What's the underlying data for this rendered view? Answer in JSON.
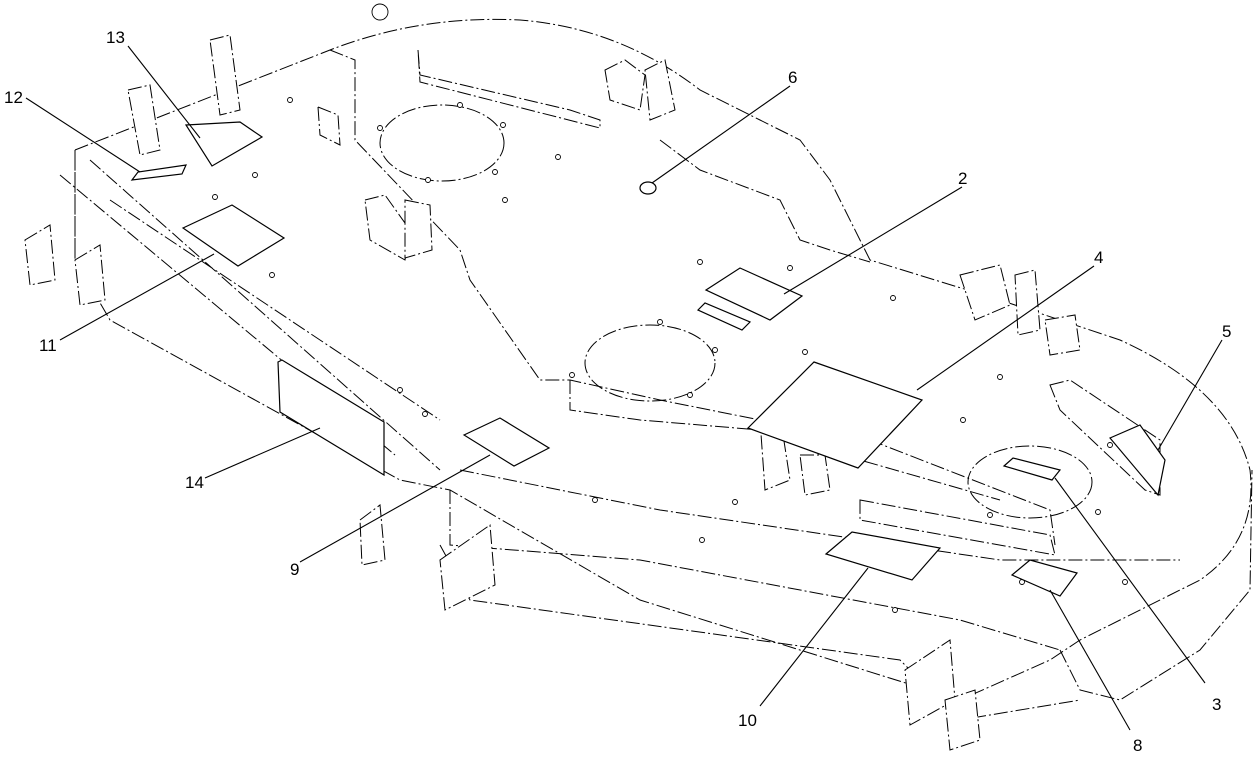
{
  "callouts": {
    "c2": "2",
    "c3": "3",
    "c4": "4",
    "c5": "5",
    "c6": "6",
    "c8": "8",
    "c9": "9",
    "c10": "10",
    "c11": "11",
    "c12": "12",
    "c13": "13",
    "c14": "14"
  }
}
